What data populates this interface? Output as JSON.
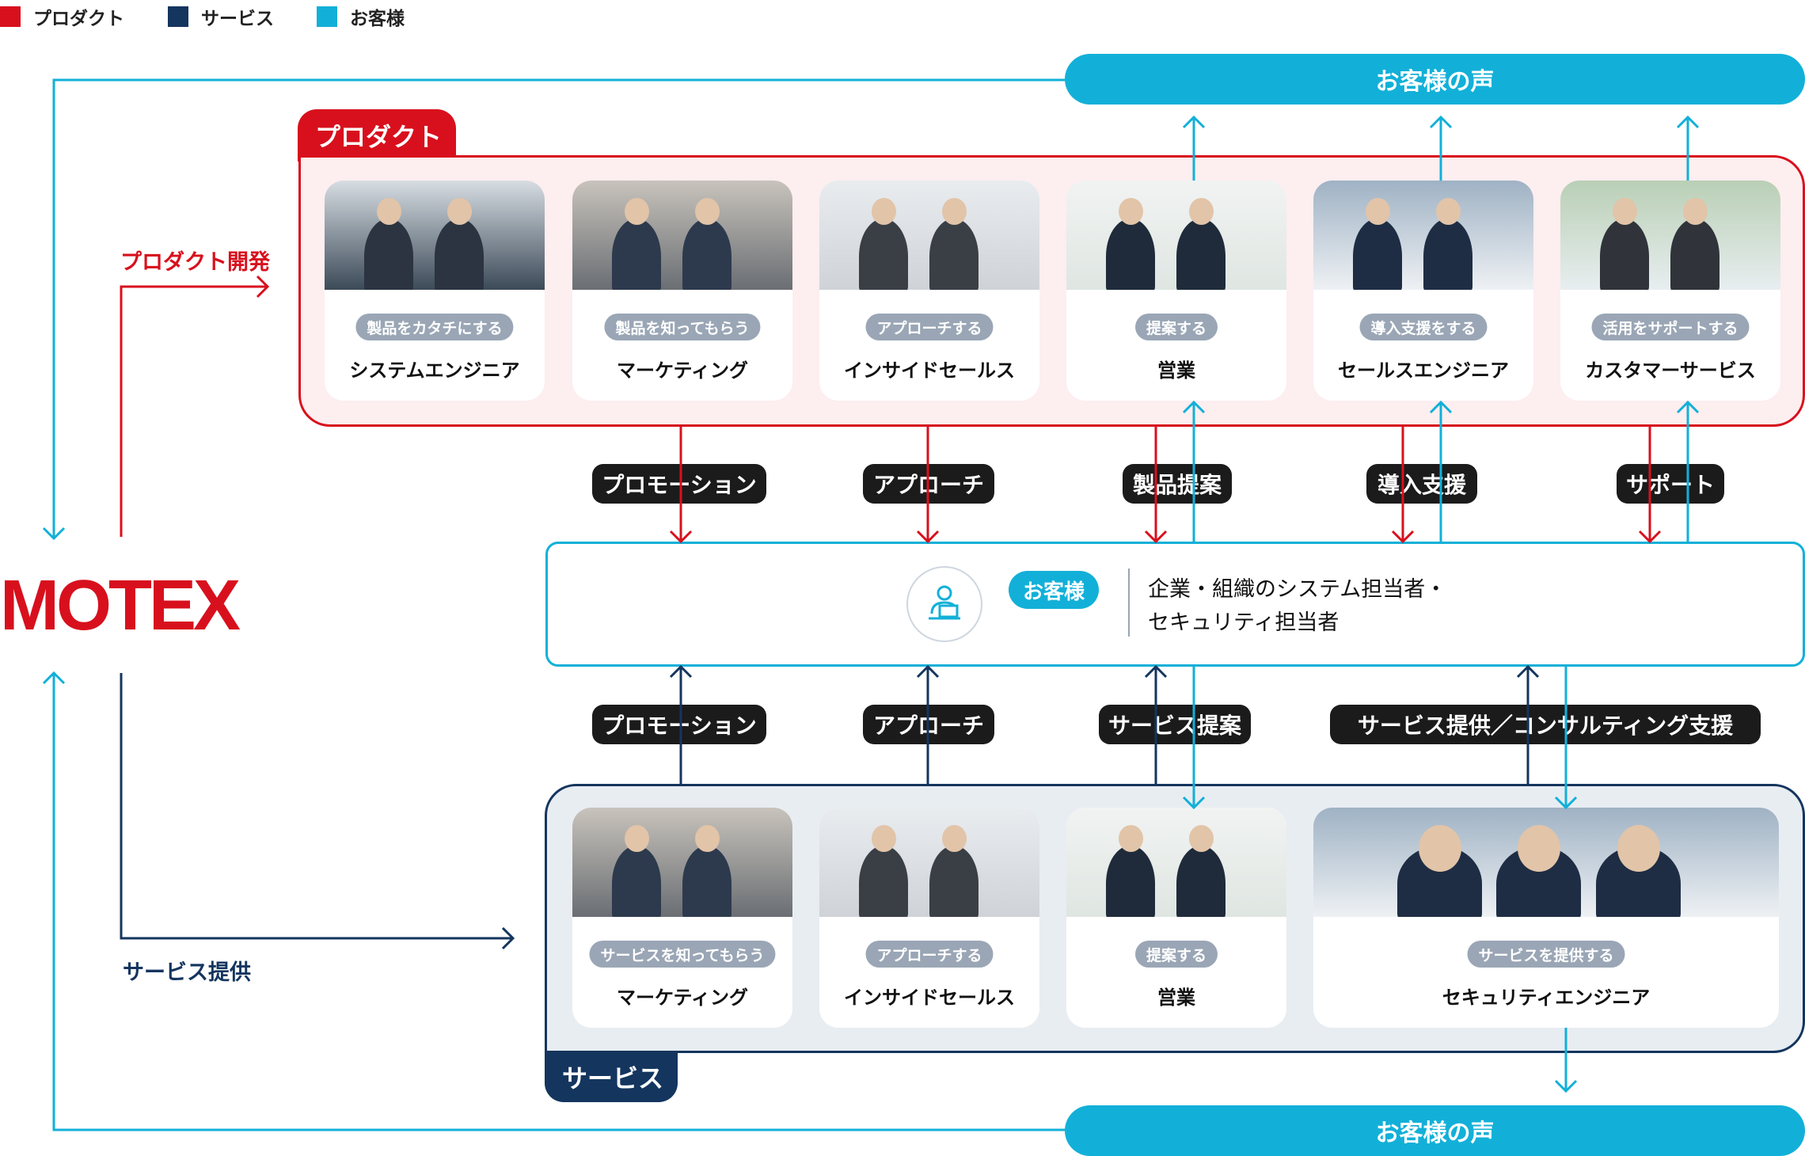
{
  "legend": [
    {
      "label": "プロダクト",
      "color": "#d8101d"
    },
    {
      "label": "サービス",
      "color": "#14355e"
    },
    {
      "label": "お客様",
      "color": "#12b0d8"
    }
  ],
  "voice_top": "お客様の声",
  "voice_bottom": "お客様の声",
  "logo": "MOTEX",
  "side_labels": {
    "product_dev": "プロダクト開発",
    "service_provision": "サービス提供"
  },
  "product_group": {
    "tab": "プロダクト",
    "cards": [
      {
        "action": "製品をカタチにする",
        "role": "システムエンジニア"
      },
      {
        "action": "製品を知ってもらう",
        "role": "マーケティング"
      },
      {
        "action": "アプローチする",
        "role": "インサイドセールス"
      },
      {
        "action": "提案する",
        "role": "営業"
      },
      {
        "action": "導入支援をする",
        "role": "セールスエンジニア"
      },
      {
        "action": "活用をサポートする",
        "role": "カスタマーサービス"
      }
    ]
  },
  "product_edges": [
    "プロモーション",
    "アプローチ",
    "製品提案",
    "導入支援",
    "サポート"
  ],
  "customer": {
    "badge": "お客様",
    "desc_line1": "企業・組織のシステム担当者・",
    "desc_line2": "セキュリティ担当者",
    "icon": "person-at-computer-icon"
  },
  "service_edges": [
    "プロモーション",
    "アプローチ",
    "サービス提案",
    "サービス提供／コンサルティング支援"
  ],
  "service_group": {
    "tab": "サービス",
    "cards": [
      {
        "action": "サービスを知ってもらう",
        "role": "マーケティング"
      },
      {
        "action": "アプローチする",
        "role": "インサイドセールス"
      },
      {
        "action": "提案する",
        "role": "営業"
      },
      {
        "action": "サービスを提供する",
        "role": "セキュリティエンジニア"
      }
    ]
  },
  "colors": {
    "product": "#d8101d",
    "service": "#14355e",
    "customer": "#12b0d8",
    "product_bg": "#fdeef0",
    "service_bg": "#e8edf2",
    "label_bg": "#1b1b1b",
    "pill_bg": "#9aa6b5"
  }
}
